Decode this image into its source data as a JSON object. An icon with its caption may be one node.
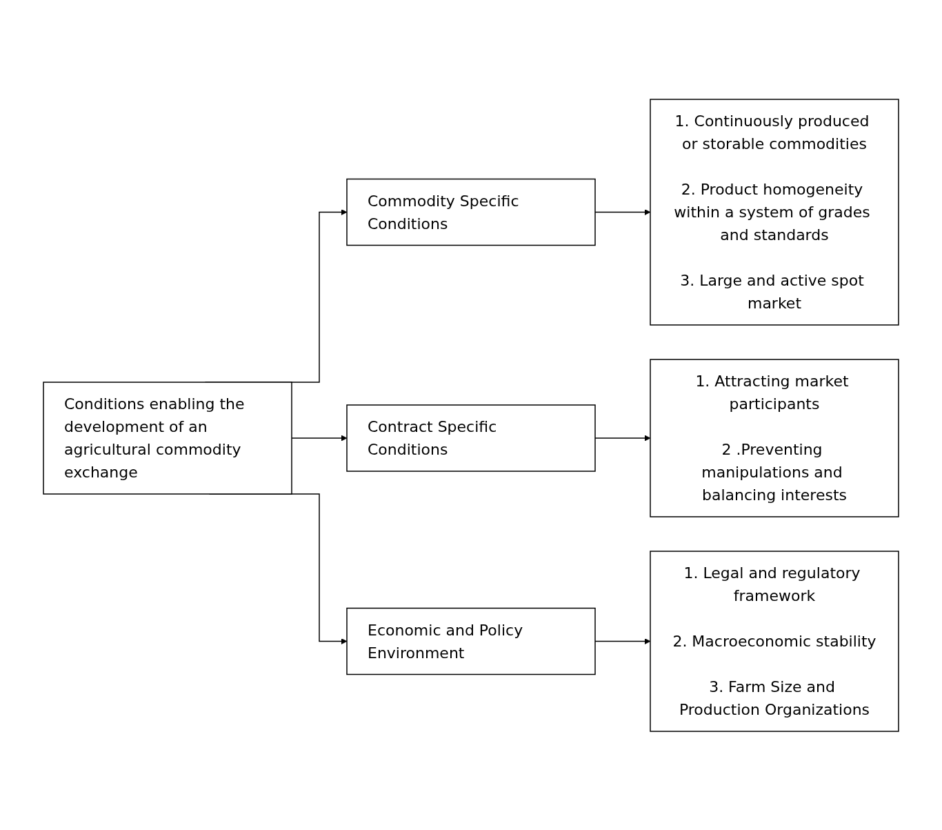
{
  "diagram": {
    "nodes": [
      {
        "text": [
          "Conditions enabling the development of an agricultural commodity exchange"
        ]
      },
      {
        "text": [
          "Commodity Specific Conditions"
        ]
      },
      {
        "text": [
          "Contract Specific Conditions"
        ]
      },
      {
        "text": [
          "Economic and Policy Environment"
        ]
      },
      {
        "text": [
          "1. Continuously produced or storable commodities",
          "2. Product homogeneity within a system of grades and standards",
          "3. Large and active spot market"
        ]
      },
      {
        "text": [
          "1. Attracting market participants",
          "2 .Preventing manipulations and balancing interests"
        ]
      },
      {
        "text": [
          "1. Legal and regulatory framework",
          "2. Macroeconomic stability",
          "3. Farm Size and Production Organizations"
        ]
      }
    ],
    "edges": [
      {
        "from": 0,
        "to": 1,
        "arrow": "to"
      },
      {
        "from": 0,
        "to": 2,
        "arrow": "to"
      },
      {
        "from": 0,
        "to": 3,
        "arrow": "to"
      },
      {
        "from": 1,
        "to": 4,
        "arrow": "to"
      },
      {
        "from": 2,
        "to": 5,
        "arrow": "to"
      },
      {
        "from": 3,
        "to": 6,
        "arrow": "to"
      }
    ]
  }
}
